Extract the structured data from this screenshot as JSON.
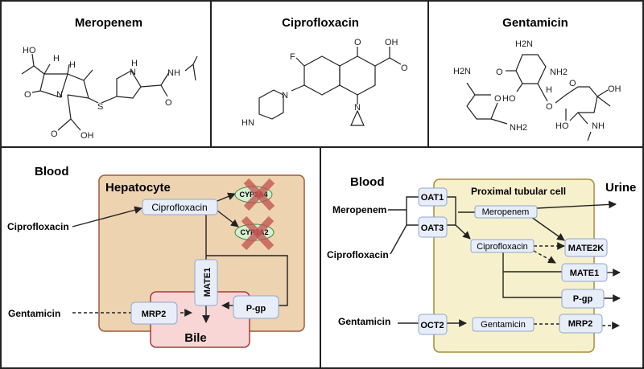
{
  "structures": [
    {
      "name": "Meropenem",
      "atoms": [
        "HO",
        "H",
        "H",
        "H",
        "N",
        "NH",
        "O",
        "N",
        "S",
        "O",
        "O",
        "OH"
      ]
    },
    {
      "name": "Ciprofloxacin",
      "atoms": [
        "O",
        "OH",
        "O",
        "F",
        "N",
        "HN",
        "N"
      ]
    },
    {
      "name": "Gentamicin",
      "atoms": [
        "H2N",
        "H2N",
        "O",
        "NH2",
        "O",
        "HO",
        "H",
        "O",
        "OH",
        "O",
        "NH2",
        "HO",
        "NH"
      ]
    }
  ],
  "liver_panel": {
    "blood_label": "Blood",
    "cell_label": "Hepatocyte",
    "bile_label": "Bile",
    "drug_inputs": [
      "Ciprofloxacin",
      "Gentamicin"
    ],
    "intracellular_drug": "Ciprofloxacin",
    "enzymes": [
      {
        "label": "CYP3A4",
        "inhibited": true
      },
      {
        "label": "CYP1A2",
        "inhibited": true
      }
    ],
    "transporters": [
      "MATE1",
      "P-gp",
      "MRP2"
    ]
  },
  "kidney_panel": {
    "blood_label": "Blood",
    "cell_label": "Proximal tubular cell",
    "urine_label": "Urine",
    "drug_inputs": [
      "Meropenem",
      "Ciprofloxacin",
      "Gentamicin"
    ],
    "uptake_transporters": [
      "OAT1",
      "OAT3",
      "OCT2"
    ],
    "intracellular_drugs": [
      "Meropenem",
      "Ciprofloxacin",
      "Gentamicin"
    ],
    "efflux_transporters": [
      "MATE2K",
      "MATE1",
      "P-gp",
      "MRP2"
    ]
  },
  "colors": {
    "hepatocyte_fill": "#eed3b0",
    "hepatocyte_stroke": "#9c5c3c",
    "bile_fill": "#f8d6d6",
    "bile_stroke": "#a83a3a",
    "tubular_fill": "#f6f1cc",
    "tubular_stroke": "#a98b3c",
    "node_fill": "#e8eef9",
    "node_stroke": "#8fa6cf",
    "enzyme_fill": "#d8efd3",
    "enzyme_stroke": "#3f8a3f",
    "inhibit_x": "#c0504d"
  }
}
